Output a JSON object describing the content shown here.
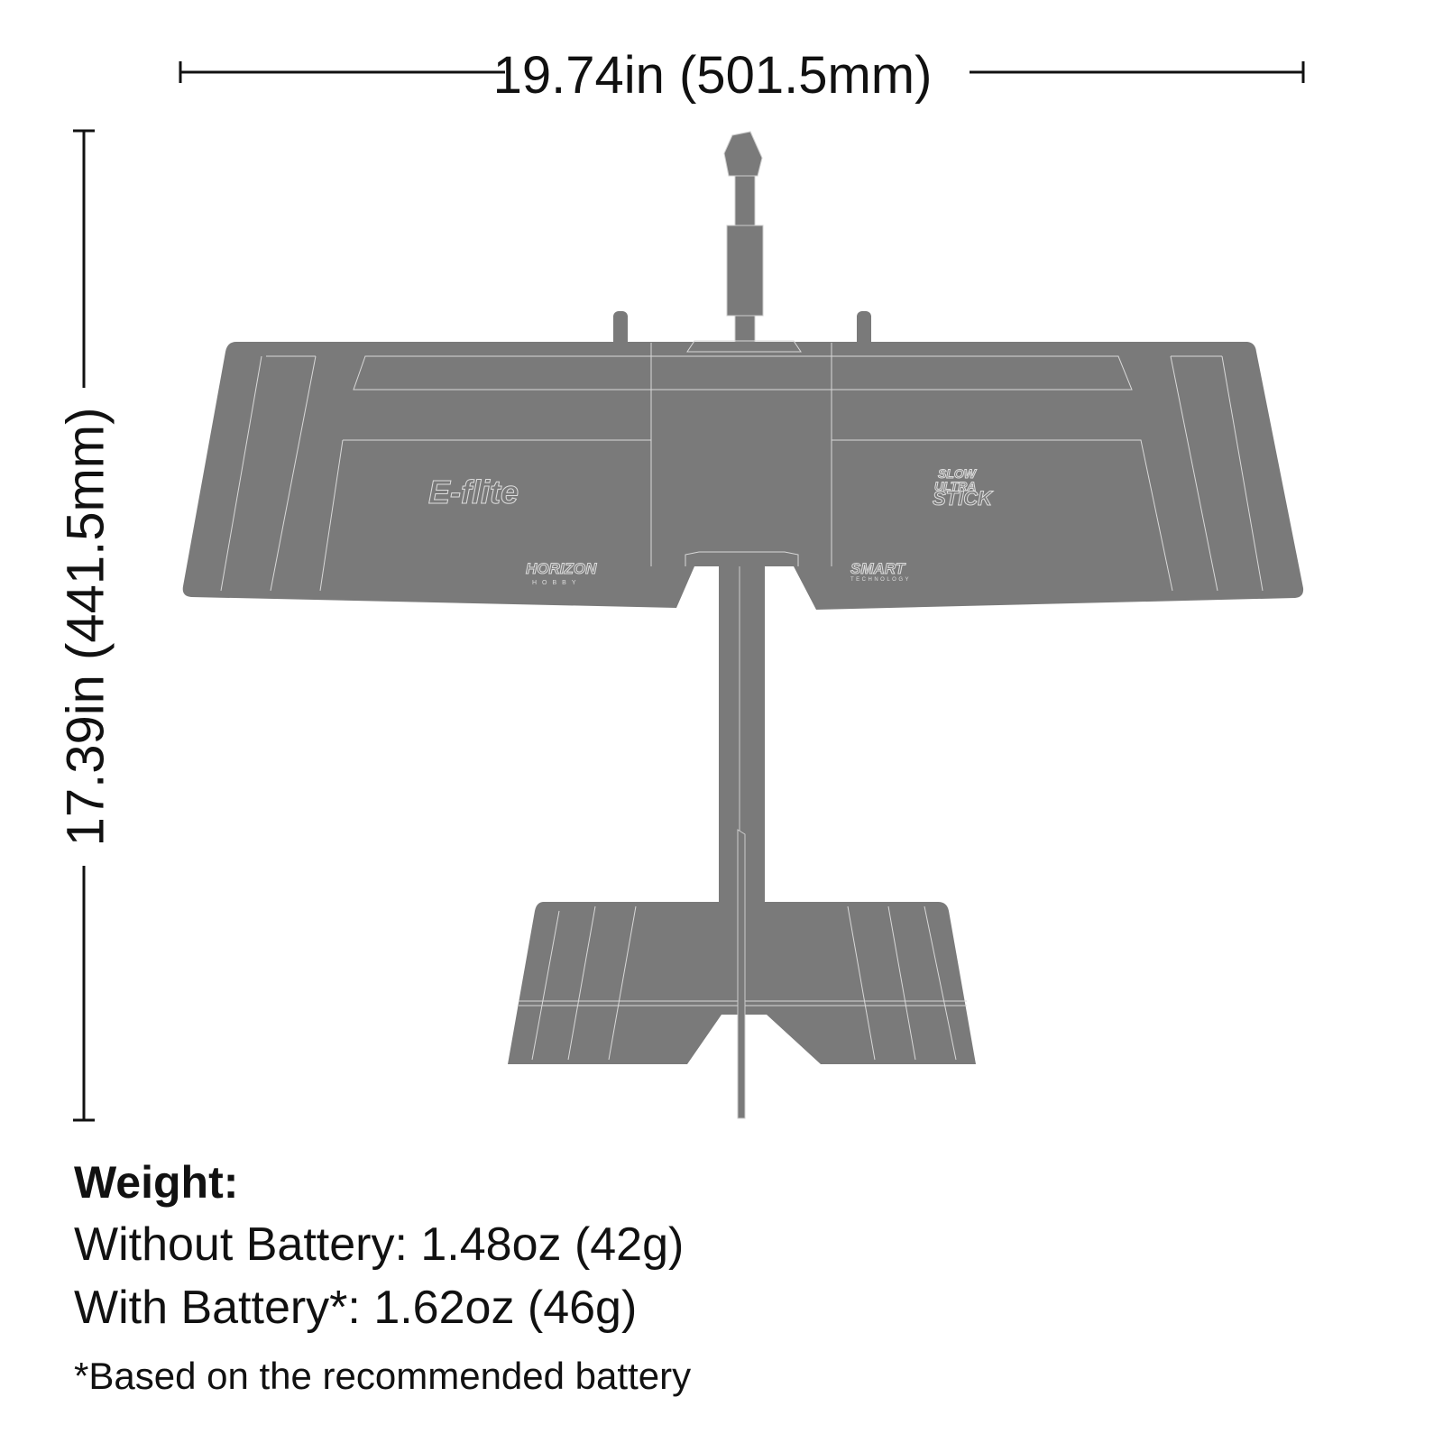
{
  "dimensions": {
    "wingspan": "19.74in (501.5mm)",
    "length": "17.39in (441.5mm)"
  },
  "weight": {
    "title": "Weight:",
    "without_battery": "Without Battery: 1.48oz (42g)",
    "with_battery": "With Battery*: 1.62oz (46g)",
    "note": "*Based on the recommended battery"
  },
  "logos": {
    "eflite": "E-flite",
    "product": [
      "SLOW",
      "ULTRA",
      "STICK"
    ],
    "horizon": "HORIZON",
    "horizon_sub": "H O B B Y",
    "smart": "SMART",
    "smart_sub": "TECHNOLOGY"
  },
  "colors": {
    "airframe": "#7a7a7a",
    "outline": "#d8d8d8",
    "dimension_line": "#111111"
  }
}
